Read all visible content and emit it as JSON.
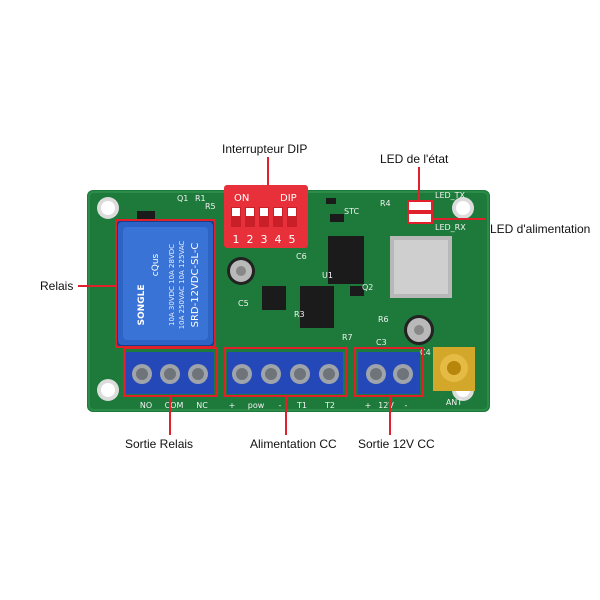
{
  "callouts": {
    "dip_switch": "Interrupteur DIP",
    "status_led": "LED de l'état",
    "power_led": "LED d'alimentation",
    "relay": "Relais",
    "relay_output": "Sortie Relais",
    "dc_power": "Alimentation CC",
    "dc_12v_output": "Sortie 12V CC"
  },
  "board": {
    "dip_on": "ON",
    "dip_name": "DIP",
    "dip_numbers": [
      "1",
      "2",
      "3",
      "4",
      "5"
    ],
    "relay_brand": "SONGLE",
    "relay_model": "SRD-12VDC-SL-C",
    "relay_ratings": [
      "10A 250VAC 10A 125VAC",
      "10A 30VDC 10A 28VDC"
    ],
    "relay_cert": "cQus",
    "relay_terms": [
      "NO",
      "COM",
      "NC"
    ],
    "power_terms": [
      "+",
      "pow",
      "-",
      "T1",
      "T2"
    ],
    "out_terms": [
      "+",
      "12V",
      "-"
    ],
    "led_tx": "LED_TX",
    "led_rx": "LED_RX",
    "ant": "ANT",
    "refs": [
      "Q1",
      "R1",
      "R5",
      "R4",
      "R3",
      "C5",
      "C6",
      "C3",
      "C4",
      "R6",
      "R7",
      "Q2",
      "U1",
      "STC"
    ]
  },
  "colors": {
    "pcb": "#1d7a3a",
    "terminal_blue": "#2548b8",
    "callout_red": "#e0202a",
    "dip_red": "#e8303a",
    "relay_blue": "#2b63c7"
  }
}
